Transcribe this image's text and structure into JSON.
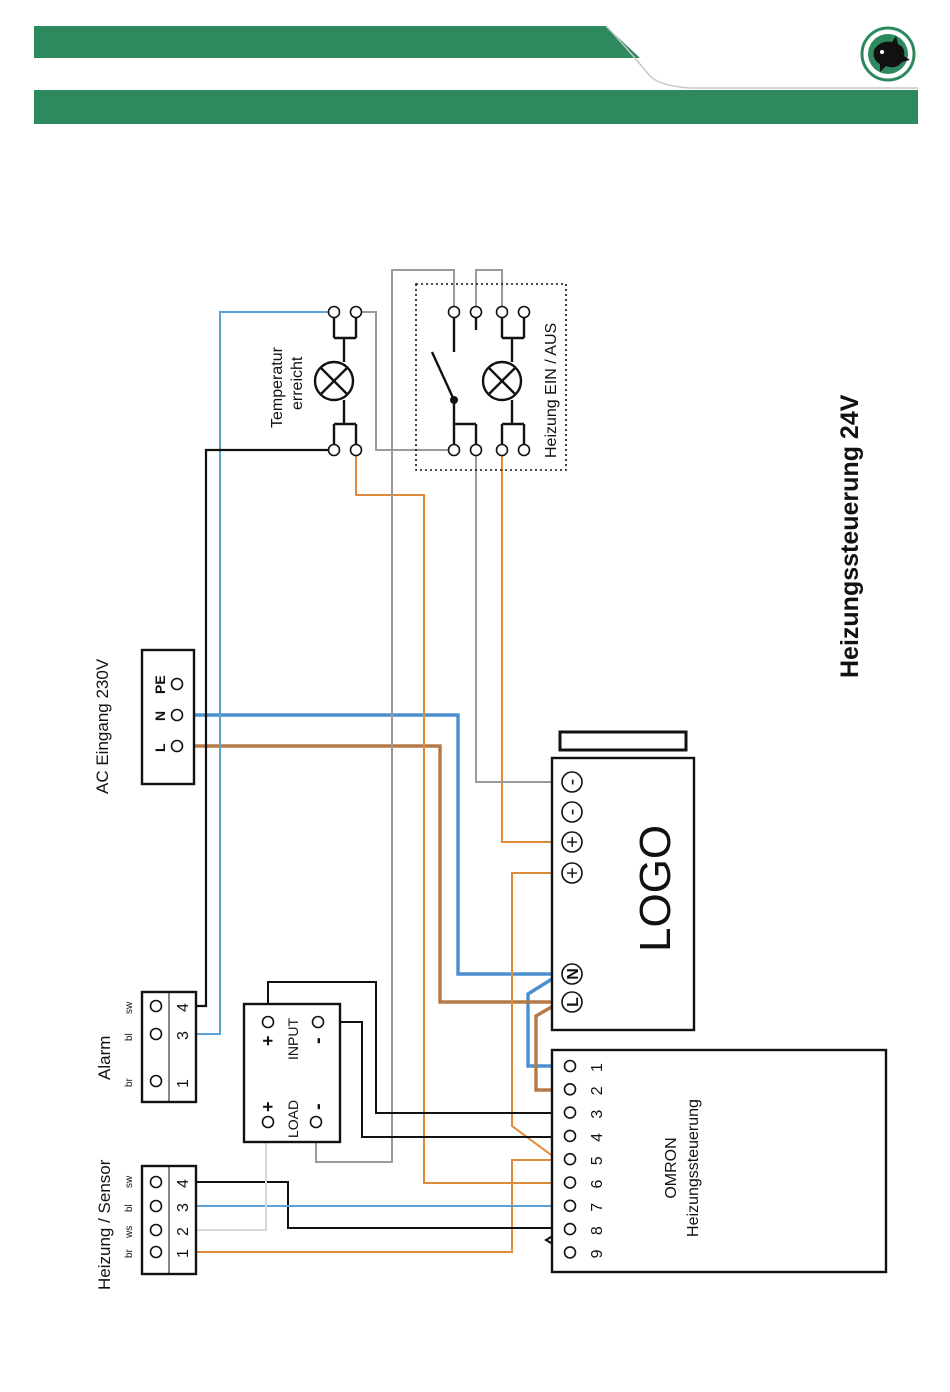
{
  "colors": {
    "header_green": "#2e8a5e",
    "wire_blue_thick": "#4a8fd0",
    "wire_blue_thin": "#5aa1d8",
    "wire_brown": "#b57a48",
    "wire_orange": "#e08a3c",
    "wire_gray": "#9a9a9a",
    "wire_black": "#111111",
    "wire_white": "#d8d8d8"
  },
  "logo": {
    "icon": "fish-logo-icon"
  },
  "title": "Heizungssteuerung 24V",
  "ac_input": {
    "label": "AC Eingang 230V",
    "terminals": [
      "L",
      "N",
      "PE"
    ]
  },
  "alarm": {
    "label": "Alarm",
    "wire_colors": [
      "br",
      "bl",
      "sw"
    ],
    "numbers": [
      "1",
      "3",
      "4"
    ]
  },
  "heizung_sensor": {
    "label": "Heizung / Sensor",
    "wire_colors": [
      "br",
      "ws",
      "bl",
      "sw"
    ],
    "numbers": [
      "1",
      "2",
      "3",
      "4"
    ]
  },
  "ssr": {
    "load_label": "LOAD",
    "input_label": "INPUT",
    "load_plus": "+",
    "load_minus": "-",
    "input_plus": "+",
    "input_minus": "-"
  },
  "logo_module": {
    "label": "LOGO",
    "terminals_top": [
      "-",
      "-",
      "+",
      "+"
    ],
    "terminals_bottom": [
      "N",
      "L"
    ]
  },
  "omron": {
    "line1": "OMRON",
    "line2": "Heizungssteuerung",
    "terminals": [
      "1",
      "2",
      "3",
      "4",
      "5",
      "6",
      "7",
      "8",
      "9"
    ]
  },
  "lamp_temp": {
    "line1": "Temperatur",
    "line2": "erreicht"
  },
  "switch_unit": {
    "label": "Heizung EIN / AUS"
  }
}
